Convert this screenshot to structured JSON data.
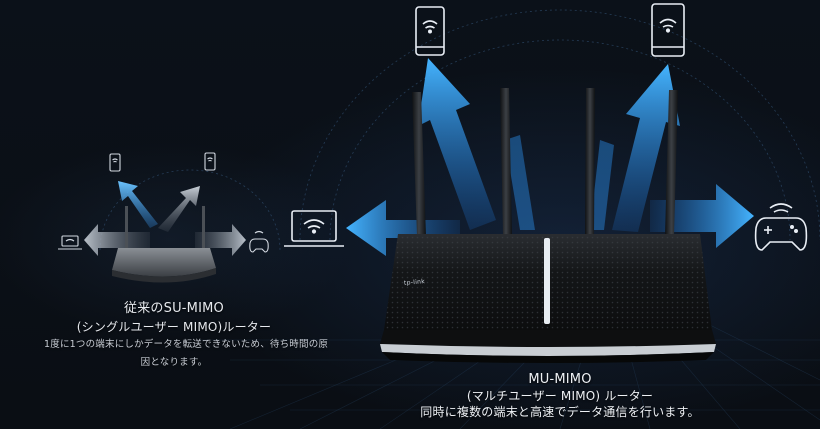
{
  "left_caption": {
    "title": "従来のSU-MIMO",
    "subtitle": "(シングルユーザー MIMO)ルーター",
    "description_line1": "1度に1つの端末にしかデータを転送できないため、待ち時間の原",
    "description_line2": "因となります。"
  },
  "right_caption": {
    "title": "MU-MIMO",
    "subtitle": "(マルチユーザー MIMO) ルーター",
    "description": "同時に複数の端末と高速でデータ通信を行います。"
  },
  "router": {
    "brand": "tp-link"
  },
  "colors": {
    "arrow_blue": "#36a6f5",
    "arrow_gray": "#9aa3ad",
    "icon_stroke": "#e9eef5",
    "router_body": "#161819"
  },
  "icons": {
    "phone": "smartphone-wifi-icon",
    "laptop": "laptop-wifi-icon",
    "gamepad": "gamepad-wifi-icon"
  }
}
